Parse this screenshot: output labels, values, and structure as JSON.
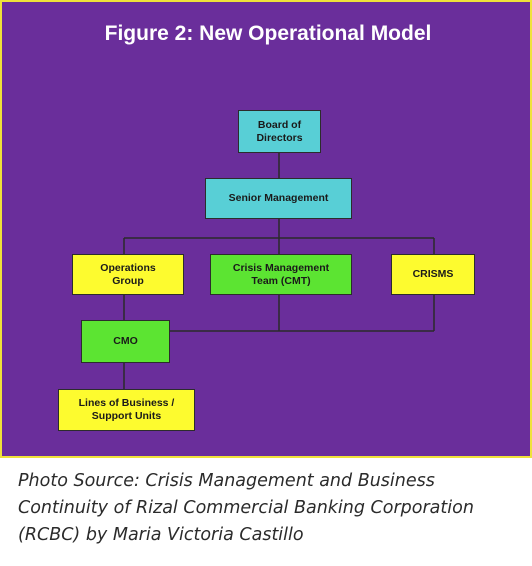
{
  "figure": {
    "title": "Figure 2: New Operational Model",
    "nodes": {
      "board": "Board of\nDirectors",
      "senior": "Senior Management",
      "operations": "Operations\nGroup",
      "cmt": "Crisis Management\nTeam (CMT)",
      "crisms": "CRISMS",
      "cmo": "CMO",
      "lob": "Lines of Business /\nSupport Units"
    },
    "colors": {
      "background": "#6a2e9b",
      "border": "#efe23a",
      "cyan": "#58cfd6",
      "yellow": "#fdfb2f",
      "green": "#5ce432"
    }
  },
  "caption": "Photo Source: Crisis Management and Business Continuity of Rizal Commercial Banking Corporation (RCBC) by Maria Victoria Castillo"
}
